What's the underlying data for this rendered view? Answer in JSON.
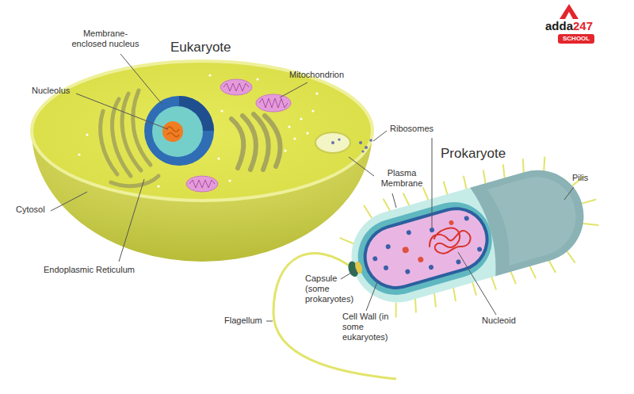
{
  "diagram": {
    "labels": [
      "adda",
      "247",
      "SCHOOL",
      "Eukaryote",
      "Membrane- enclosed nucleus",
      "Mitochondrion",
      "Nucleolus",
      "Ribosomes",
      "Plasma Membrane",
      "Prokaryote",
      "Pilis",
      "Cytosol",
      "Endoplasmic Reticulum",
      "Capsule (some prokaryotes)",
      "Flagellum",
      "Cell Wall (in some eukaryotes)",
      "Nucleoid"
    ]
  }
}
